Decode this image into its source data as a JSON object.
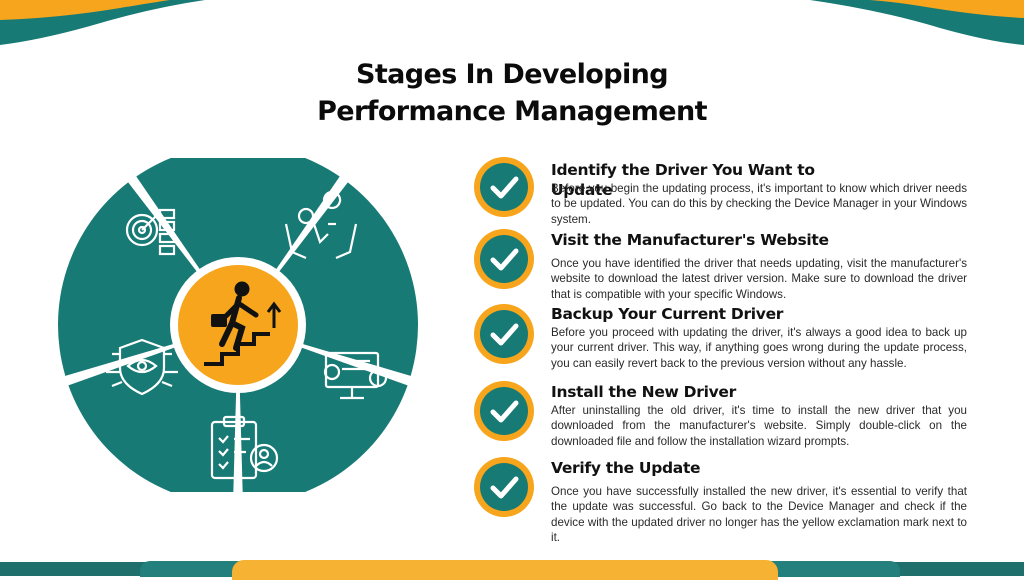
{
  "title": {
    "line1": "Stages In Developing",
    "line2": "Performance Management"
  },
  "colors": {
    "teal": "#177a75",
    "orange": "#f6a51c",
    "dark_teal": "#1f6f6c",
    "white": "#ffffff"
  },
  "wheel": {
    "segments": [
      {
        "icon": "target-checklist-icon"
      },
      {
        "icon": "hands-ideas-icon"
      },
      {
        "icon": "presentation-board-icon"
      },
      {
        "icon": "clipboard-person-icon"
      },
      {
        "icon": "shield-eye-icon"
      }
    ],
    "center_icon": "climbing-stairs-icon"
  },
  "steps": [
    {
      "title": "Identify the Driver You Want to Update",
      "body": "Before you begin the updating process, it's important to know which driver needs to be updated. You can do this by checking the Device Manager in your Windows system."
    },
    {
      "title": "Visit the Manufacturer's Website",
      "body": "Once you have identified the driver that needs updating, visit the manufacturer's website to download the latest driver version. Make sure to download the driver that is compatible with your specific Windows."
    },
    {
      "title": "Backup Your Current Driver",
      "body": "Before you proceed with updating the driver, it's always a good idea to back up your current driver. This way, if anything goes wrong during the update process, you can easily revert back to the previous version without any hassle."
    },
    {
      "title": "Install the New Driver",
      "body": "After uninstalling the old driver, it's time to install the new driver that you downloaded from the manufacturer's website. Simply double-click on the downloaded file and follow the installation wizard prompts."
    },
    {
      "title": "Verify the Update",
      "body": "Once you have successfully installed the new driver, it's essential to verify that the update was successful. Go back to the Device Manager and check if the device with the updated driver no longer has the yellow exclamation mark next to it."
    }
  ]
}
